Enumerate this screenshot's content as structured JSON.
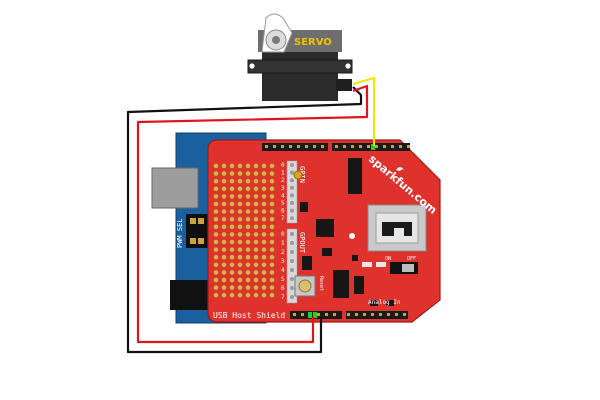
{
  "servo": {
    "label": "SERVO"
  },
  "shield": {
    "board_label": "USB Host Shield",
    "brand": "sparkfun.com",
    "switch_on": "ON",
    "switch_off": "OFF",
    "pwm_sel": "PWM SEL",
    "gpin": "GPIN",
    "gpout": "GPOUT",
    "analog_in": "Analog In",
    "reset": "Reset",
    "gpin_numbers": [
      "0",
      "1",
      "2",
      "3",
      "4",
      "5",
      "6",
      "7"
    ],
    "gpout_numbers": [
      "0",
      "1",
      "2",
      "3",
      "4",
      "5",
      "6",
      "7"
    ]
  },
  "wires": {
    "signal_color": "#f2e600",
    "power_color": "#e0141b",
    "ground_color": "#111111"
  },
  "colors": {
    "shield_red": "#e0322d",
    "arduino_blue": "#1a5f9e",
    "servo_body": "#2b2b2b"
  }
}
